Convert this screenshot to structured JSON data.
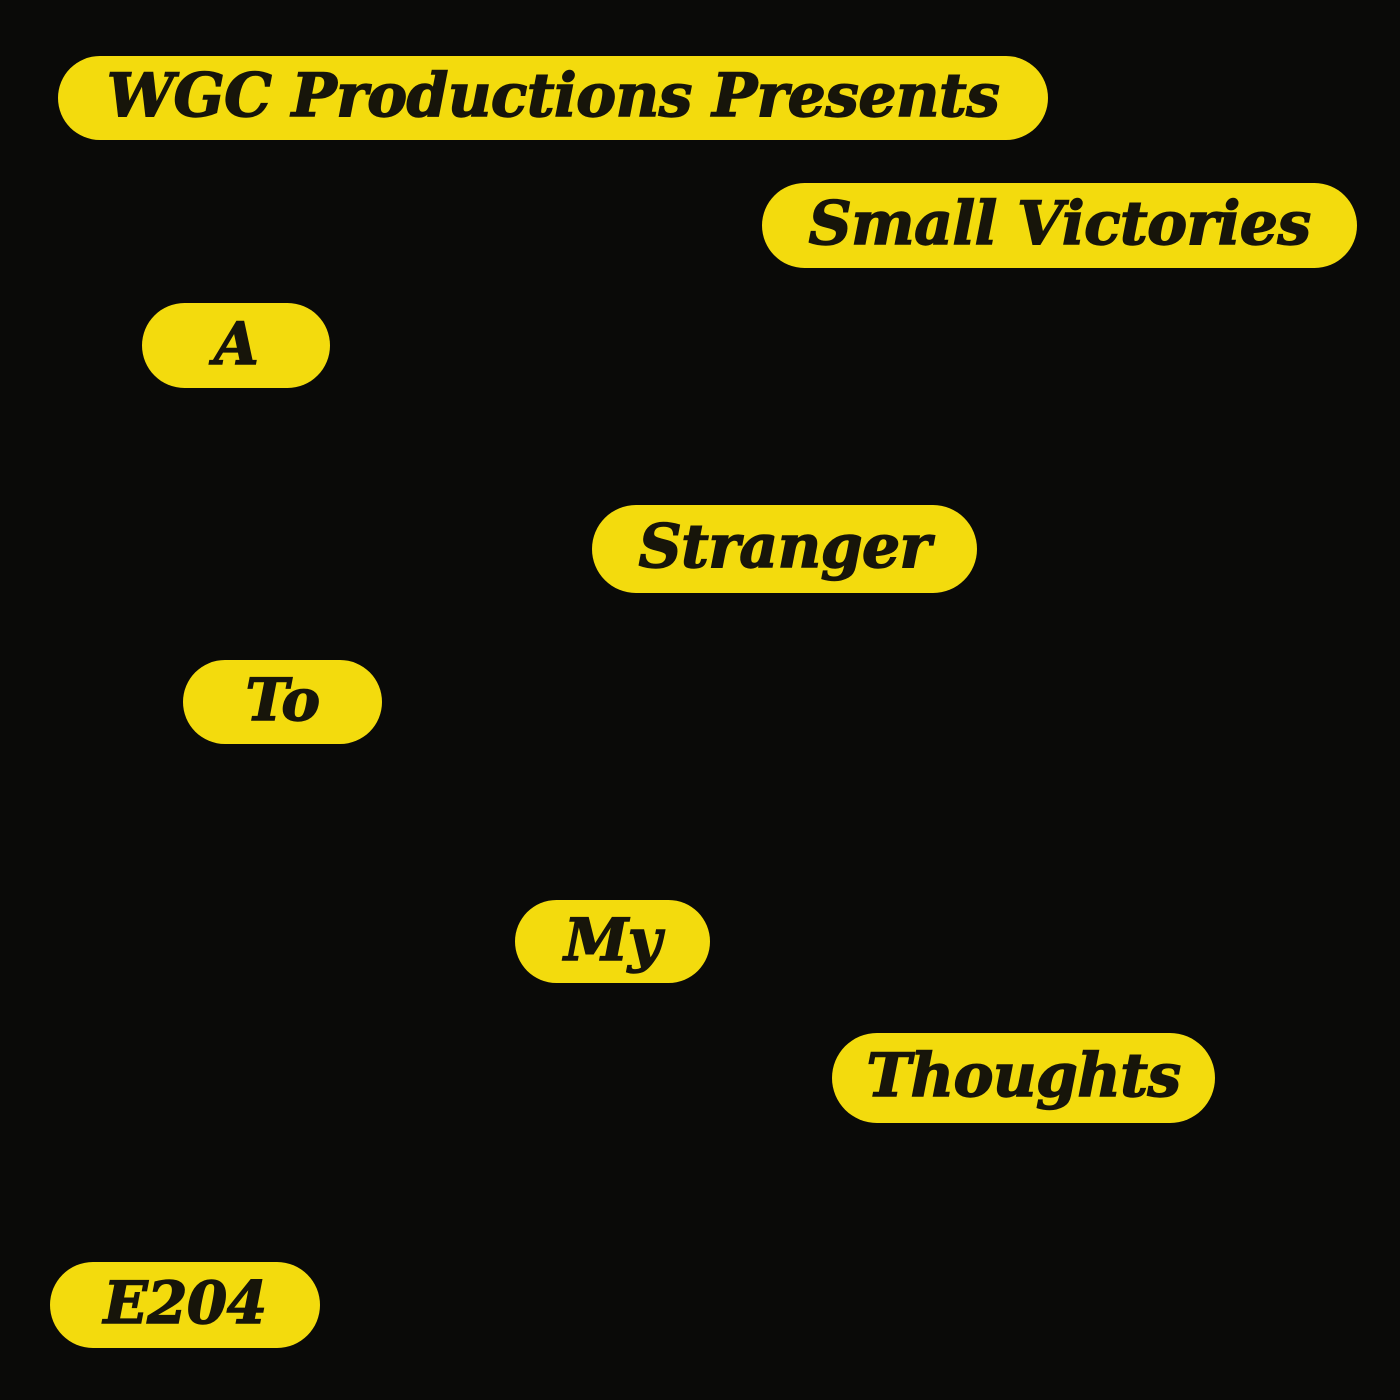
{
  "poster": {
    "background_color": "#0a0a08",
    "badge_color": "#f3db0d",
    "text_color": "#17150a",
    "badges": [
      {
        "id": "production-credit",
        "label": "WGC Productions Presents"
      },
      {
        "id": "show-title",
        "label": "Small Victories"
      },
      {
        "id": "title-word-1",
        "label": "A"
      },
      {
        "id": "title-word-2",
        "label": "Stranger"
      },
      {
        "id": "title-word-3",
        "label": "To"
      },
      {
        "id": "title-word-4",
        "label": "My"
      },
      {
        "id": "title-word-5",
        "label": "Thoughts"
      },
      {
        "id": "episode-number",
        "label": "E204"
      }
    ]
  }
}
